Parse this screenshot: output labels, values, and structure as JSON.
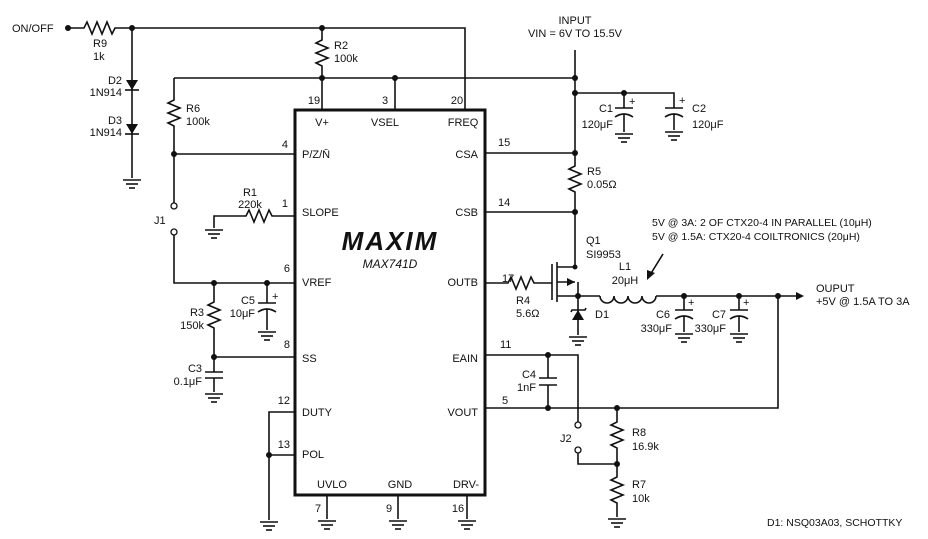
{
  "title": "MAX741D step-down converter schematic",
  "ic": {
    "logo": "MAXIM",
    "part": "MAX741D",
    "pins": {
      "vplus": {
        "num": "19",
        "name": "V+"
      },
      "vsel": {
        "num": "3",
        "name": "VSEL"
      },
      "freq": {
        "num": "20",
        "name": "FREQ"
      },
      "pzn": {
        "num": "4",
        "name": "P/Z/N̄"
      },
      "slope": {
        "num": "1",
        "name": "SLOPE"
      },
      "vref": {
        "num": "6",
        "name": "VREF"
      },
      "ss": {
        "num": "8",
        "name": "SS"
      },
      "duty": {
        "num": "12",
        "name": "DUTY"
      },
      "pol": {
        "num": "13",
        "name": "POL"
      },
      "uvlo": {
        "num": "7",
        "name": "UVLO"
      },
      "gnd": {
        "num": "9",
        "name": "GND"
      },
      "drv": {
        "num": "16",
        "name": "DRV-"
      },
      "csa": {
        "num": "15",
        "name": "CSA"
      },
      "csb": {
        "num": "14",
        "name": "CSB"
      },
      "outb": {
        "num": "17",
        "name": "OUTB"
      },
      "eain": {
        "num": "11",
        "name": "EAIN"
      },
      "vout": {
        "num": "5",
        "name": "VOUT"
      }
    }
  },
  "labels": {
    "onoff": "ON/OFF",
    "input_line1": "INPUT",
    "input_line2": "VIN = 6V TO 15.5V",
    "output_line1": "OUPUT",
    "output_line2": "+5V @ 1.5A TO 3A",
    "inductor_note1": "5V @ 3A: 2 OF CTX20-4 IN PARALLEL (10μH)",
    "inductor_note2": "5V @ 1.5A: CTX20-4 COILTRONICS (20μH)",
    "footnote": "D1: NSQ03A03, SCHOTTKY"
  },
  "components": {
    "R9": {
      "ref": "R9",
      "value": "1k"
    },
    "D2": {
      "ref": "D2",
      "value": "1N914"
    },
    "D3": {
      "ref": "D3",
      "value": "1N914"
    },
    "R2": {
      "ref": "R2",
      "value": "100k"
    },
    "R6": {
      "ref": "R6",
      "value": "100k"
    },
    "R1": {
      "ref": "R1",
      "value": "220k"
    },
    "J1": {
      "ref": "J1"
    },
    "R3": {
      "ref": "R3",
      "value": "150k"
    },
    "C5": {
      "ref": "C5",
      "value": "10μF"
    },
    "C3": {
      "ref": "C3",
      "value": "0.1μF"
    },
    "C1": {
      "ref": "C1",
      "value": "120μF"
    },
    "C2": {
      "ref": "C2",
      "value": "120μF"
    },
    "R5": {
      "ref": "R5",
      "value": "0.05Ω"
    },
    "Q1": {
      "ref": "Q1",
      "value": "SI9953"
    },
    "R4": {
      "ref": "R4",
      "value": "5.6Ω"
    },
    "D1": {
      "ref": "D1"
    },
    "L1": {
      "ref": "L1",
      "value": "20μH"
    },
    "C6": {
      "ref": "C6",
      "value": "330μF"
    },
    "C7": {
      "ref": "C7",
      "value": "330μF"
    },
    "C4": {
      "ref": "C4",
      "value": "1nF"
    },
    "J2": {
      "ref": "J2"
    },
    "R8": {
      "ref": "R8",
      "value": "16.9k"
    },
    "R7": {
      "ref": "R7",
      "value": "10k"
    }
  }
}
